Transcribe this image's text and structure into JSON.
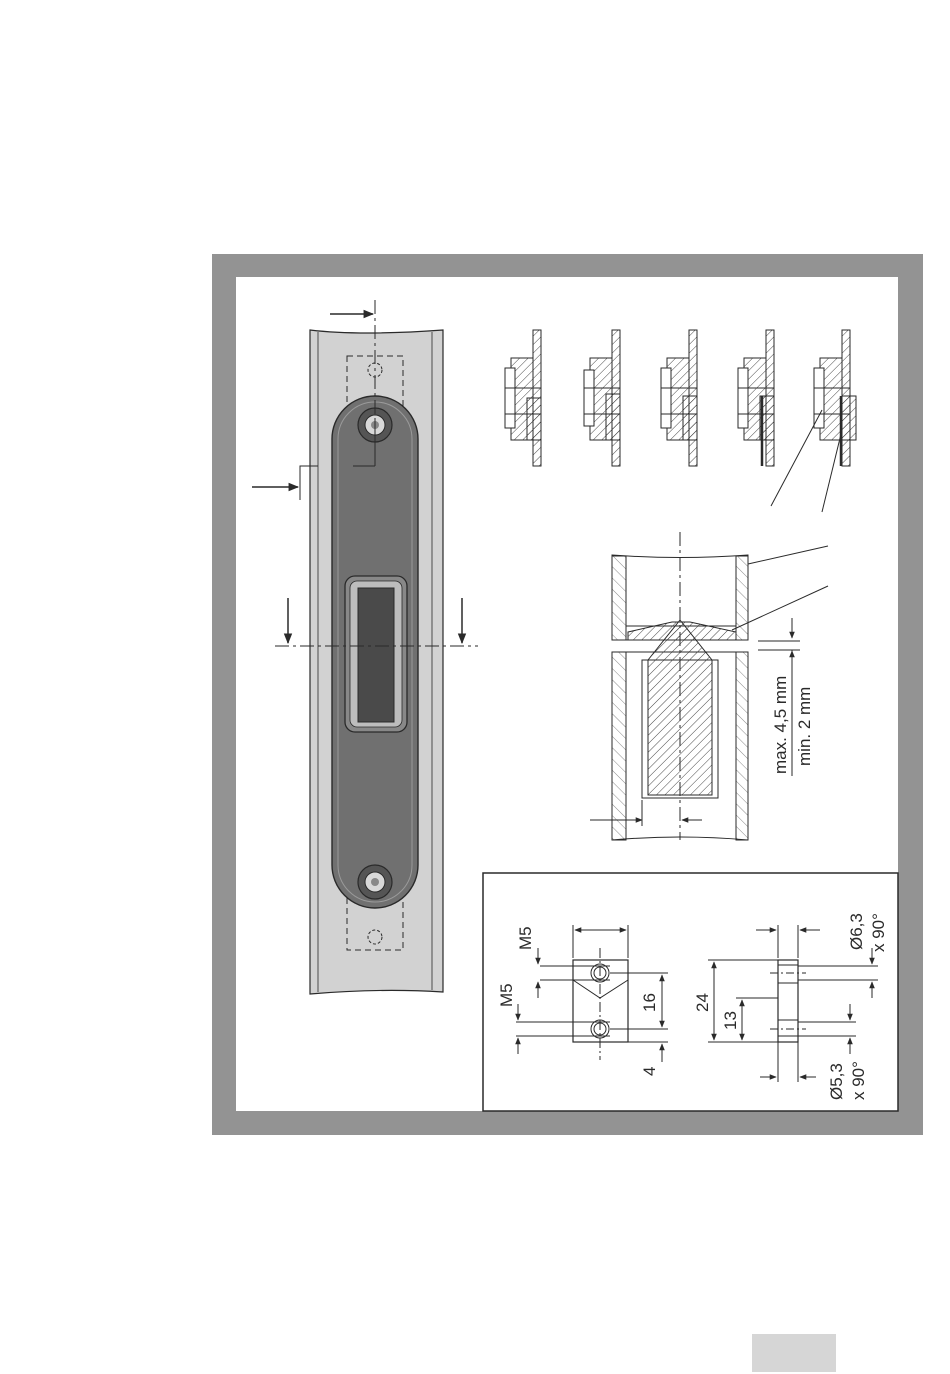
{
  "colors": {
    "frame": "#939393",
    "strike_fill": "#707070",
    "pocket_fill": "#4a4a4a",
    "profile_fill": "#d2d2d2",
    "line": "#2a2a2a"
  },
  "labels": {
    "bolt_projection_max": "max. 4,5 mm",
    "bolt_projection_min": "min. 2 mm",
    "thread_top": "M5",
    "thread_bottom": "M5",
    "hole_spacing": "16",
    "edge_offset": "4",
    "plate_length": "24",
    "plate_mid": "13",
    "counterbore_large": "Ø6,3",
    "counterbore_large_angle": "x 90°",
    "counterbore_small": "Ø5,3",
    "counterbore_small_angle": "x 90°"
  }
}
